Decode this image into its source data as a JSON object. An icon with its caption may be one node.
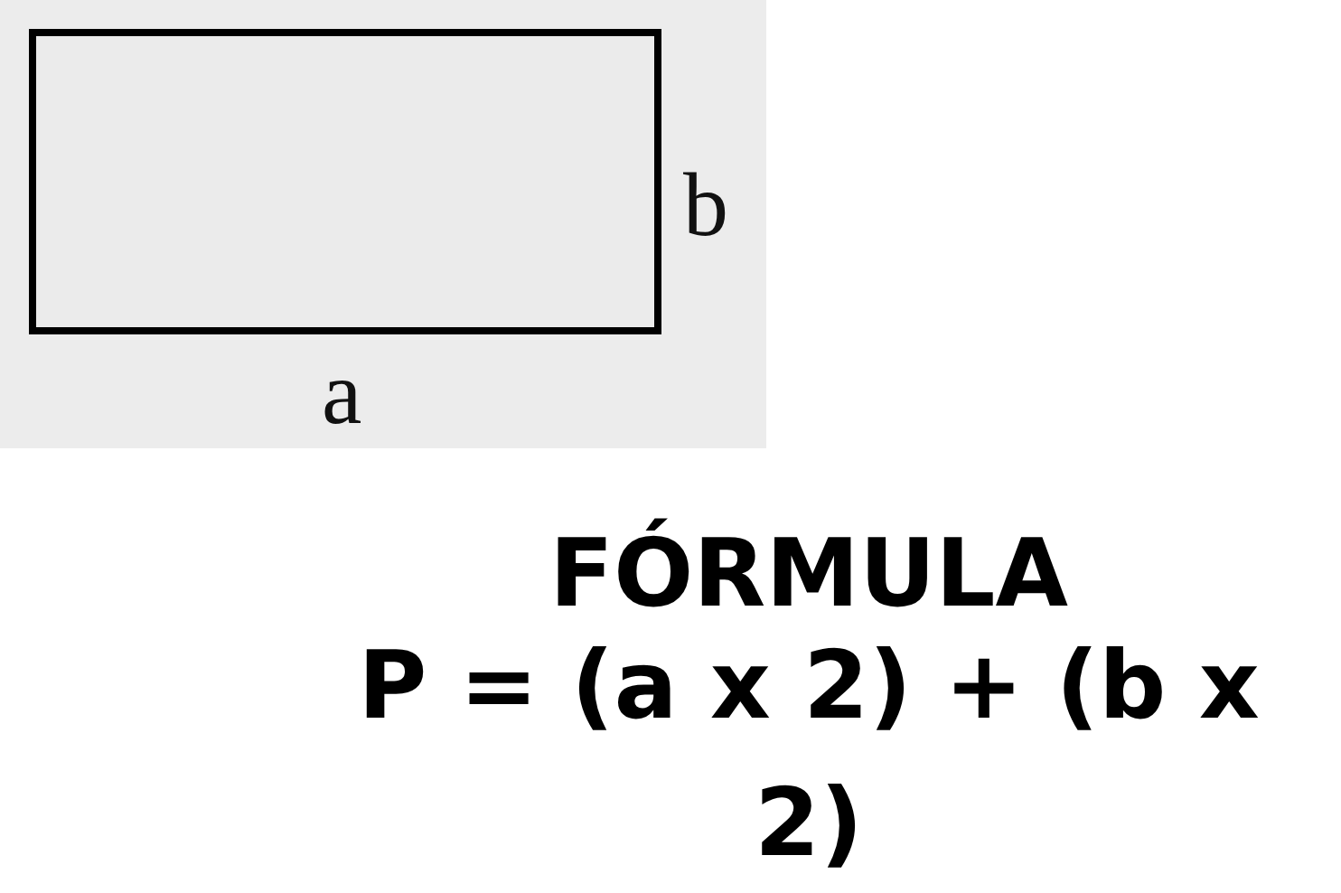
{
  "diagram": {
    "title": "FÓRMULA",
    "labels": [
      "b",
      "a",
      "P = (a x 2) + (b x 2)"
    ]
  }
}
